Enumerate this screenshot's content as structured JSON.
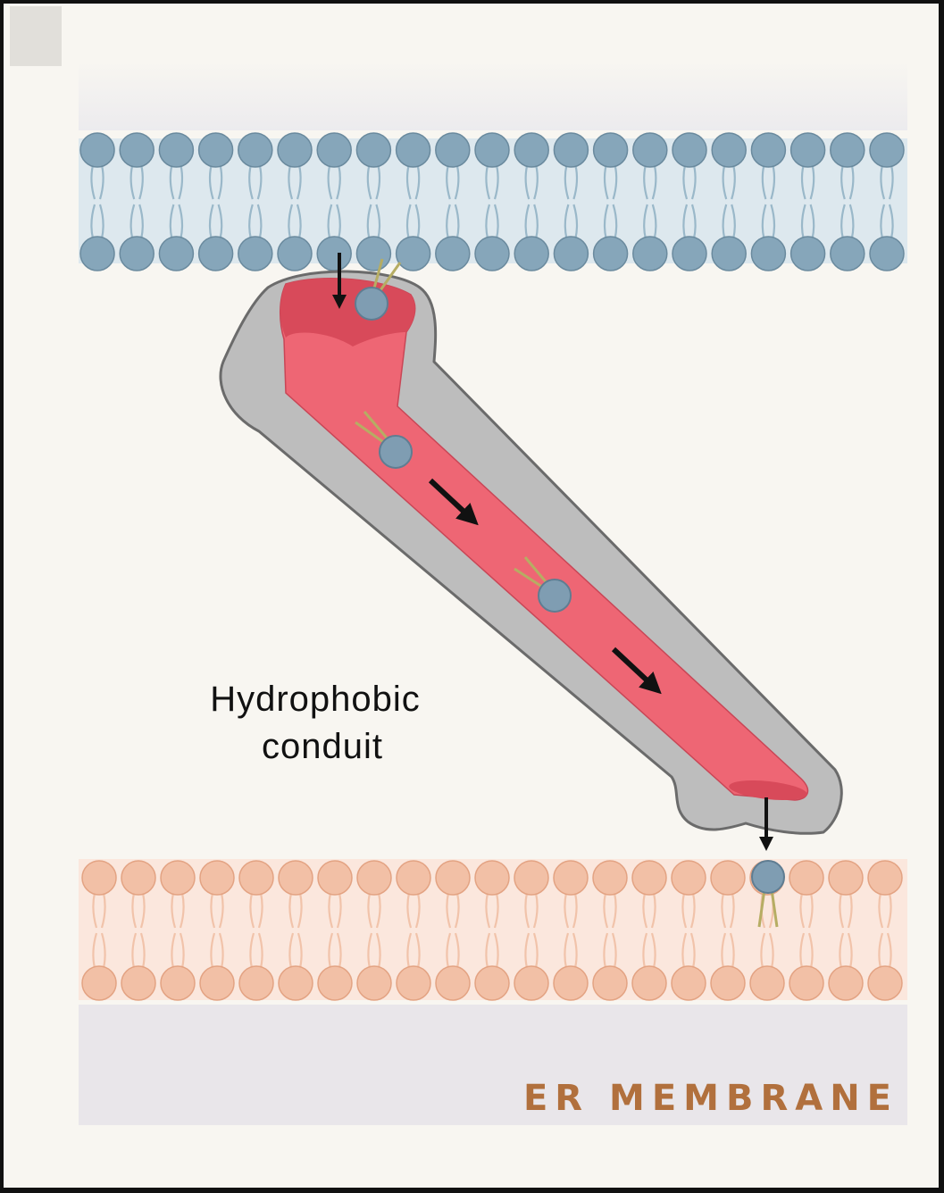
{
  "labels": {
    "conduit_line1": "Hydrophobic",
    "conduit_line2": "conduit",
    "er_membrane": "ER MEMBRANE"
  },
  "colors": {
    "page_border": "#111111",
    "canvas_bg": "#f8f6f1",
    "corner_tab": "#e1dfda",
    "top_membrane_head": "#86a6ba",
    "top_membrane_head_stroke": "#6a8a9e",
    "top_membrane_fill": "#dde8ee",
    "top_membrane_tail": "#9ab8c9",
    "bottom_membrane_head": "#f2c0a6",
    "bottom_membrane_head_stroke": "#e3a383",
    "bottom_membrane_fill": "#fbe7dd",
    "bottom_membrane_tail": "#f1c3aa",
    "protein_outer": "#bdbdbd",
    "protein_outer_stroke": "#6b6b6b",
    "conduit_fill": "#ee6674",
    "conduit_dark": "#d84a5a",
    "lipid_head": "#7f9db2",
    "lipid_tail": "#b6ad63",
    "arrow": "#111111",
    "er_label": "#b1703d",
    "bottom_band": "#e9e6ea"
  },
  "icons": {
    "lipid": "phospholipid-molecule-icon",
    "arrow": "down-arrow-icon"
  }
}
